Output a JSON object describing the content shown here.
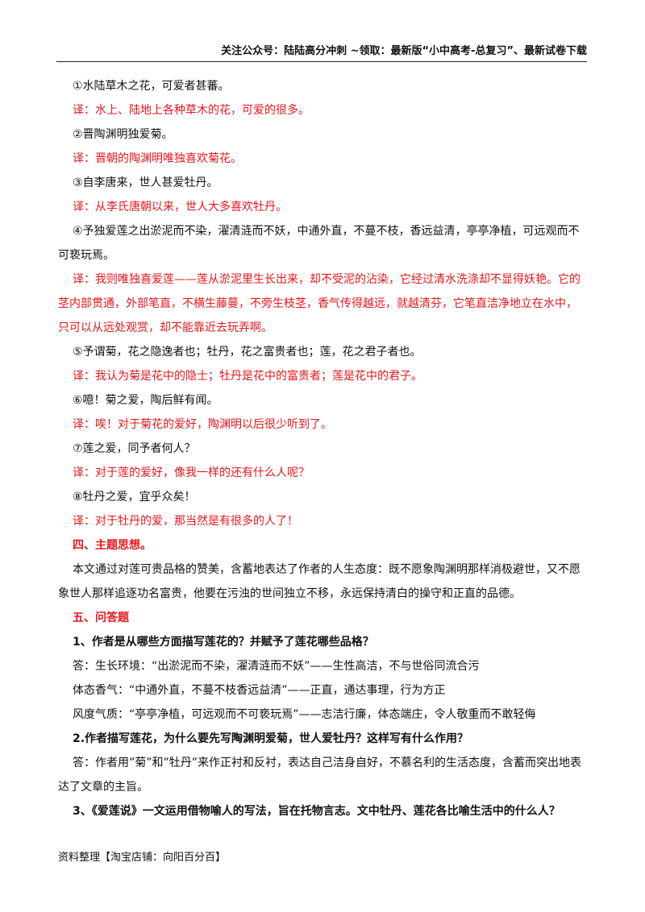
{
  "header": {
    "text": "关注公众号：陆陆高分冲刺 ~领取：最新版“小中高考-总复习”、最新试卷下载"
  },
  "translations": [
    {
      "original": "①水陆草木之花，可爱者甚蕃。",
      "translation": "译：水上、陆地上各种草木的花，可爱的很多。"
    },
    {
      "original": "②晋陶渊明独爱菊。",
      "translation": "译：晋朝的陶渊明唯独喜欢菊花。"
    },
    {
      "original": "③自李唐来，世人甚爱牡丹。",
      "translation": "译：从李氏唐朝以来，世人大多喜欢牡丹。"
    },
    {
      "original": "④予独爱莲之出淤泥而不染，濯清涟而不妖，中通外直，不蔓不枝，香远益清，亭亭净植，可远观而不可亵玩焉。",
      "translation": "译：我则唯独喜爱莲——莲从淤泥里生长出来，却不受泥的沾染，它经过清水洗涤却不显得妖艳。它的茎内部贯通，外部笔直，不横生藤蔓，不旁生枝茎，香气传得越远，就越清芬，它笔直洁净地立在水中，只可以从远处观赏，却不能靠近去玩弄啊。"
    },
    {
      "original": "⑤予谓菊，花之隐逸者也；牡丹，花之富贵者也；莲，花之君子者也。",
      "translation": "译：我认为菊是花中的隐士；牡丹是花中的富贵者；莲是花中的君子。"
    },
    {
      "original": "⑥噫！菊之爱，陶后鲜有闻。",
      "translation": "译：唉！对于菊花的爱好，陶渊明以后很少听到了。"
    },
    {
      "original": "⑦莲之爱，同予者何人？",
      "translation": "译：对于莲的爱好，像我一样的还有什么人呢？"
    },
    {
      "original": "⑧牡丹之爱，宜乎众矣！",
      "translation": "译：对于牡丹的爱，那当然是有很多的人了！"
    }
  ],
  "theme": {
    "heading": "四、主题思想。",
    "body": "本文通过对莲可贵品格的赞美，含蓄地表达了作者的人生态度：既不愿象陶渊明那样消极避世，又不愿象世人那样追逐功名富贵，他要在污浊的世间独立不移，永远保持清白的操守和正直的品德。"
  },
  "qa": {
    "heading": "五、问答题",
    "q1": "1、作者是从哪些方面描写莲花的？并赋予了莲花哪些品格？",
    "a1": [
      "答：生长环境：“出淤泥而不染，濯清涟而不妖”——生性高洁，不与世俗同流合污",
      "体态香气：“中通外直，不蔓不枝香远益清”——正直，通达事理，行为方正",
      "风度气质：“亭亭净植，可远观而不可亵玩焉”——志洁行廉，体态端庄，令人敬重而不敢轻侮"
    ],
    "q2": "2.作者描写莲花，为什么要先写陶渊明爱菊，世人爱牡丹？这样写有什么作用？",
    "a2": "答：作者用”菊”和”牡丹”来作正衬和反衬，表达自己洁身自好，不慕名利的生活态度，含蓄而突出地表达了文章的主旨。",
    "q3": "3、《爱莲说》一文运用借物喻人的写法，旨在托物言志。文中牡丹、莲花各比喻生活中的什么人？"
  },
  "footer": {
    "text": "资料整理【淘宝店铺：向阳百分百】"
  },
  "colors": {
    "translation": "#e8161b",
    "text": "#111111"
  }
}
